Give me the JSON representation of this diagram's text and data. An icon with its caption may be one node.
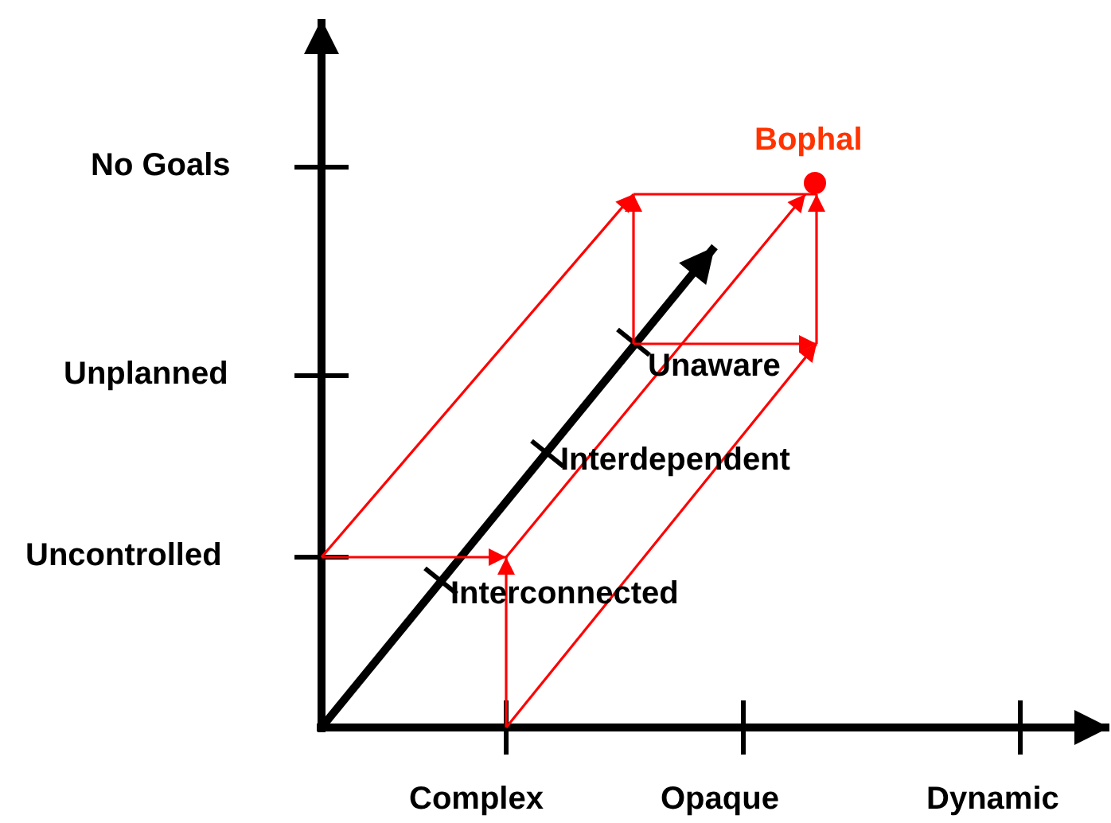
{
  "diagram": {
    "labels": [
      "Bophal",
      "No Goals",
      "Unplanned",
      "Uncontrolled",
      "Unaware",
      "Interdependent",
      "Interconnected",
      "Complex",
      "Opaque",
      "Dynamic"
    ]
  }
}
